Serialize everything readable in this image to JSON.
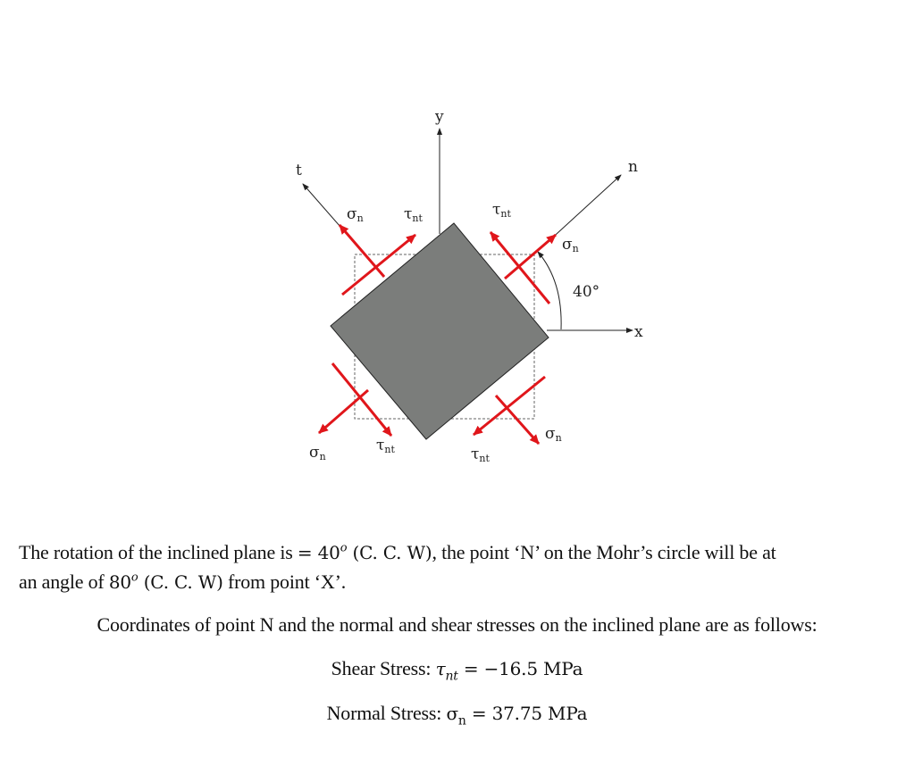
{
  "diagram": {
    "axis_labels": {
      "x": "x",
      "y": "y",
      "n": "n",
      "t": "t"
    },
    "angle_label": "40°",
    "sigma": "σ",
    "sigma_sub": "n",
    "tau": "τ",
    "tau_sub": "nt",
    "colors": {
      "element": "#7b7d7b",
      "arrow": "#e0161b",
      "axis": "#222222"
    }
  },
  "text": {
    "line1a": "The rotation of the inclined plane is ",
    "line1_eq": "= 40",
    "line1_sup": "o",
    "line1_ccw": " (C. C. W)",
    "line1b": ", the point ‘N’ on the Mohr’s circle will be at",
    "line2a": "an angle of ",
    "line2_val": "80",
    "line2_sup": "o",
    "line2_ccw": " (C. C. W)",
    "line2b": " from point ‘X’.",
    "coords_intro": "Coordinates of point N and the normal and shear stresses on the inclined plane are as follows:",
    "shear_label": "Shear Stress: ",
    "shear_symbol": "τ",
    "shear_sub": "nt",
    "shear_value": " = −16.5 MPa",
    "normal_label": "Normal Stress: ",
    "normal_symbol": "σ",
    "normal_sub": "n",
    "normal_value": " = 37.75 MPa"
  }
}
